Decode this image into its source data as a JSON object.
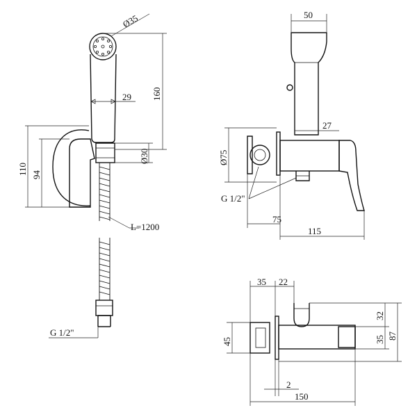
{
  "diagram": {
    "labels": {
      "hand_spray_diameter": "Ø35",
      "hand_spray_width": "29",
      "hand_spray_length": "160",
      "hose_nut_diameter": "Ø30",
      "holder_height_outer": "110",
      "holder_height_inner": "94",
      "hose_length": "L=1200",
      "hose_thread": "G 1/2\"",
      "spray_head_width": "50",
      "neck_width": "27",
      "flange_diameter": "Ø75",
      "mixer_thread": "G 1/2\"",
      "body_depth": "75",
      "total_depth": "115",
      "top_offset_left": "35",
      "top_offset_right": "22",
      "top_right_32": "32",
      "top_right_35": "35",
      "top_right_87": "87",
      "flange_height": "45",
      "gap": "2",
      "total_width": "150"
    }
  }
}
